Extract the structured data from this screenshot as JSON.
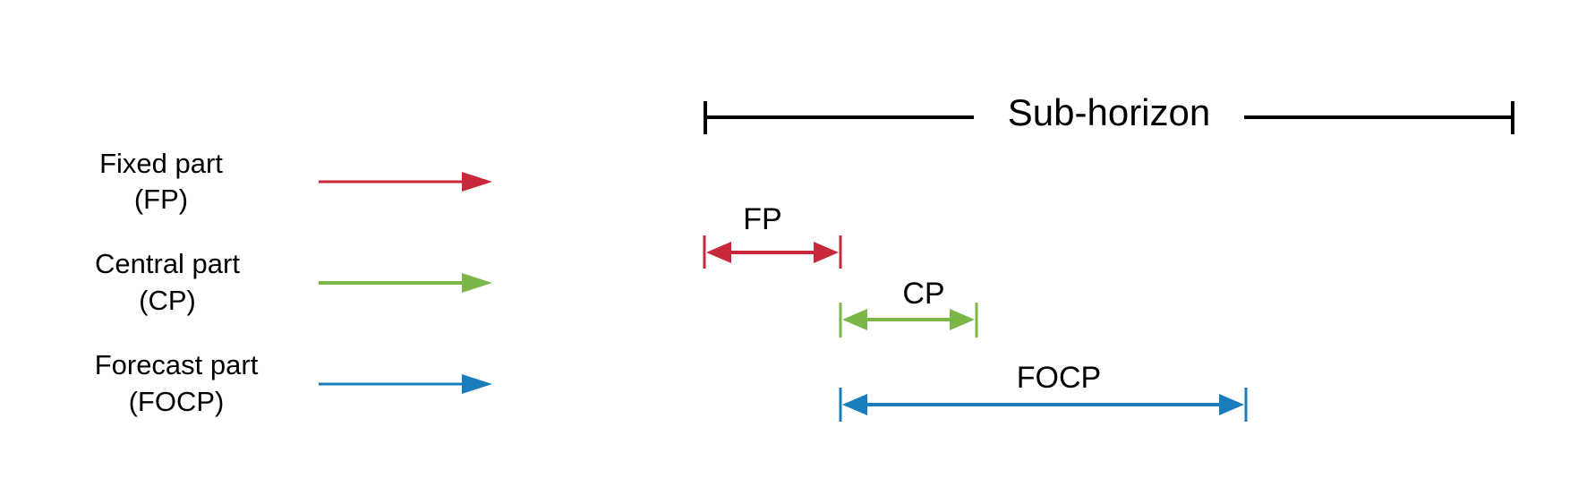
{
  "colors": {
    "fixed": "#c8283a",
    "central": "#7ab648",
    "forecast": "#1a7dbb",
    "horizon": "#000000"
  },
  "horizon": {
    "label": "Sub-horizon"
  },
  "legend": [
    {
      "line1": "Fixed part",
      "line2": "(FP)"
    },
    {
      "line1": "Central part",
      "line2": "(CP)"
    },
    {
      "line1": "Forecast part",
      "line2": "(FOCP)"
    }
  ],
  "segments": [
    {
      "label": "FP"
    },
    {
      "label": "CP"
    },
    {
      "label": "FOCP"
    }
  ]
}
